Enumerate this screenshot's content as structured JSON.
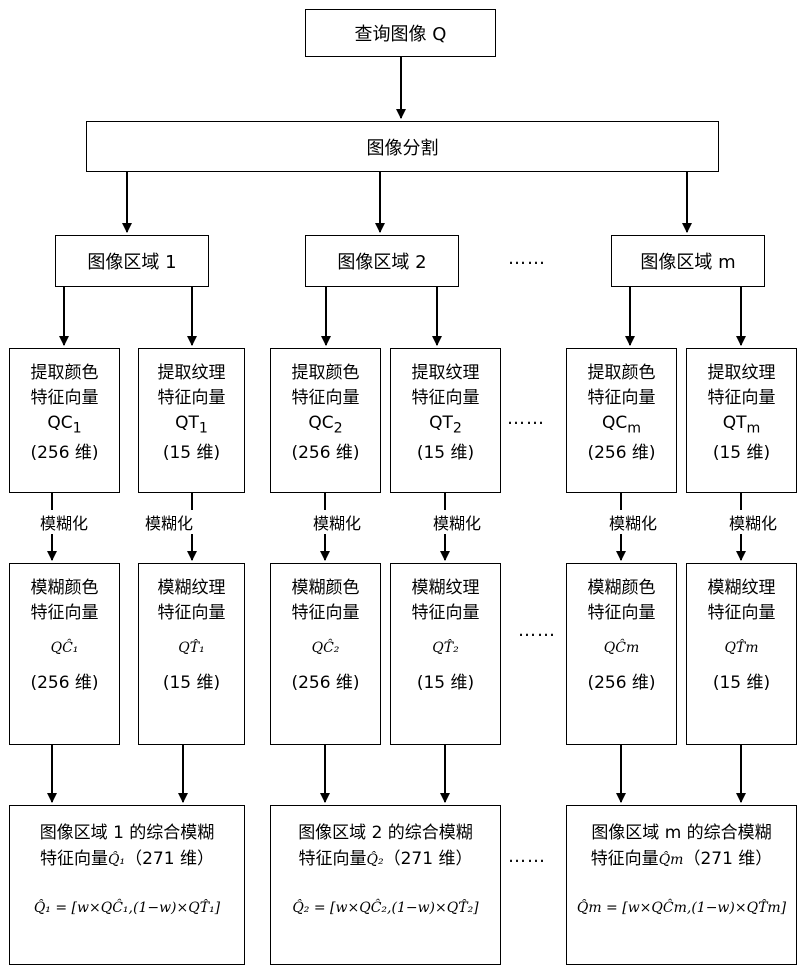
{
  "query": "查询图像 Q",
  "segmentation": "图像分割",
  "regions": [
    "图像区域 1",
    "图像区域 2",
    "图像区域 m"
  ],
  "extract_color": {
    "title1": "提取颜色",
    "title2": "特征向量",
    "syms": [
      "QC",
      "QC",
      "QC"
    ],
    "subs": [
      "1",
      "2",
      "m"
    ],
    "dim": "(256 维)"
  },
  "extract_texture": {
    "title1": "提取纹理",
    "title2": "特征向量",
    "syms": [
      "QT",
      "QT",
      "QT"
    ],
    "subs": [
      "1",
      "2",
      "m"
    ],
    "dim": "(15 维)"
  },
  "fuzzify_label": "模糊化",
  "fuzzy_color": {
    "title1": "模糊颜色",
    "title2": "特征向量",
    "syms": [
      "QĈ₁",
      "QĈ₂",
      "QĈm"
    ],
    "dim": "(256 维)"
  },
  "fuzzy_texture": {
    "title1": "模糊纹理",
    "title2": "特征向量",
    "syms": [
      "QT̂₁",
      "QT̂₂",
      "QT̂m"
    ],
    "dim": "(15 维)"
  },
  "combined": {
    "titles": [
      "图像区域 1 的综合模糊",
      "图像区域 2 的综合模糊",
      "图像区域 m 的综合模糊"
    ],
    "vec_label": "特征向量",
    "vec_syms": [
      "Q̂₁",
      "Q̂₂",
      "Q̂m"
    ],
    "dim": "（271 维）",
    "formulas": [
      "Q̂₁ = [w×QĈ₁,(1−w)×QT̂₁]",
      "Q̂₂ = [w×QĈ₂,(1−w)×QT̂₂]",
      "Q̂m = [w×QĈm,(1−w)×QT̂m]"
    ]
  },
  "ellipsis": "……"
}
